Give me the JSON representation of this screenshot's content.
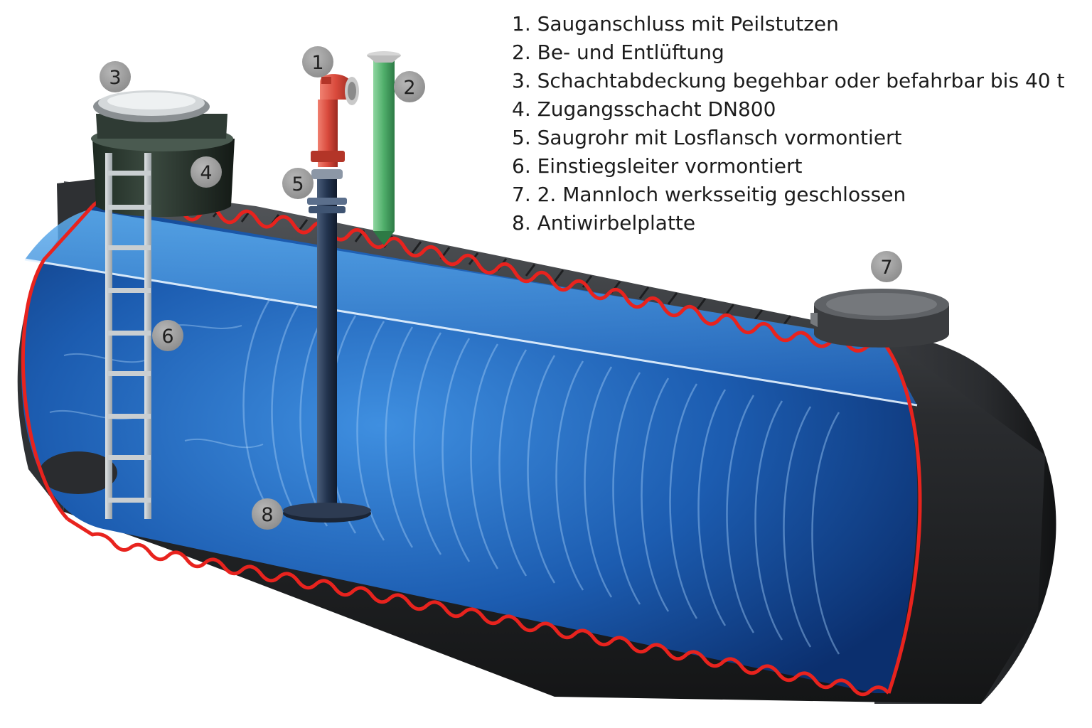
{
  "legend": {
    "items": [
      "1. Sauganschluss mit Peilstutzen",
      "2. Be- und Entlüftung",
      "3. Schachtabdeckung begehbar oder befahrbar bis 40 t",
      "4. Zugangsschacht DN800",
      "5. Saugrohr mit Losflansch vormontiert",
      "6. Einstiegsleiter vormontiert",
      "7. 2. Mannloch werksseitig geschlossen",
      "8. Antiwirbelplatte"
    ]
  },
  "markers": {
    "m1": "1",
    "m2": "2",
    "m3": "3",
    "m4": "4",
    "m5": "5",
    "m6": "6",
    "m7": "7",
    "m8": "8"
  },
  "colors": {
    "tank_shell": "#2b2d30",
    "cut_edge": "#e8231e",
    "water": "#1d5fb0",
    "hydrant": "#d94a3c",
    "vent_pipe": "#4fae6a",
    "badge": "#9b9b9b"
  }
}
